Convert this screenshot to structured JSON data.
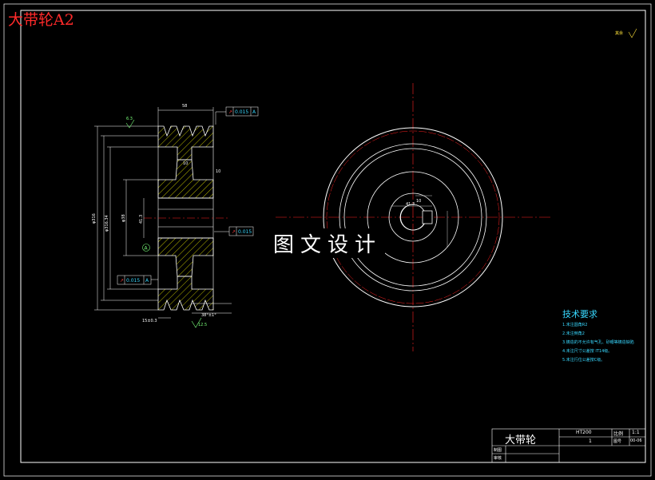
{
  "drawing_label": "大带轮A2",
  "watermark": "图文设计",
  "roughness_note": "其余",
  "dimensions": {
    "overall_width": "58",
    "rough_top": "6.3",
    "rough_bottom": "12.5",
    "runout_top": "0.015",
    "runout_top_ref": "A",
    "runout_mid": "0.015",
    "runout_left": "0.015",
    "runout_left_ref": "A",
    "bore_dim": "φ38",
    "outer_dia": "φ316",
    "pitch_dia": "φ316.34",
    "groove_depth": "10",
    "key_height": "41.3",
    "key_width": "10",
    "datum": "A",
    "chamfer": "38°±1°",
    "groove_pitch": "15±0.3"
  },
  "tech_requirements": {
    "title": "技术要求",
    "items": [
      "1.未注圆角R2",
      "2.未注倒角2",
      "3.铸造的不允许有气孔、砂眼等铸造缺陷",
      "4.未注尺寸公差按   IT14级。",
      "5.未注行位公差按C级。"
    ]
  },
  "title_block": {
    "part_name": "大带轮",
    "material": "HT200",
    "scale_label": "比例",
    "scale": "1:1",
    "quantity": "1",
    "drawing_no_label": "图号",
    "drawing_no": "00-06",
    "drawn_by": "制图",
    "checked_by": "审核"
  },
  "colors": {
    "background": "#000000",
    "outline": "#ffffff",
    "centerline": "#ff2020",
    "dimension": "#38d8ff",
    "hatch": "#e6e600",
    "label": "#ff2a2a"
  }
}
